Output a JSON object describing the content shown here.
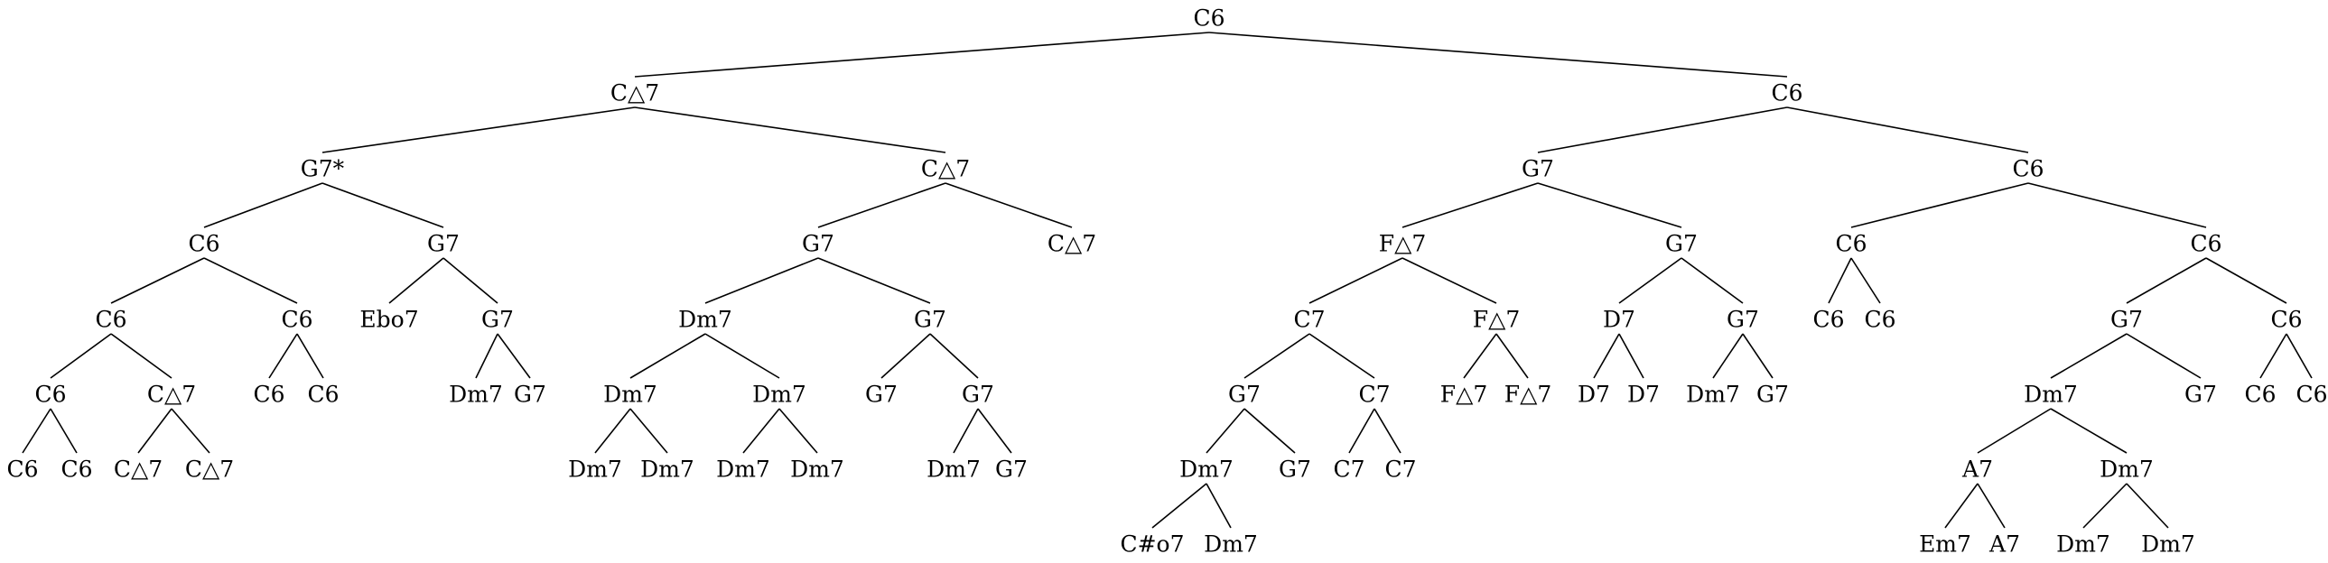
{
  "tree": {
    "nodes": [
      {
        "id": "n1",
        "label": "C6"
      },
      {
        "id": "n2",
        "label": "C△7"
      },
      {
        "id": "n3",
        "label": "C6"
      },
      {
        "id": "n4",
        "label": "G7*"
      },
      {
        "id": "n5",
        "label": "C△7"
      },
      {
        "id": "n6",
        "label": "G7"
      },
      {
        "id": "n7",
        "label": "C6"
      },
      {
        "id": "n8",
        "label": "C6"
      },
      {
        "id": "n9",
        "label": "G7"
      },
      {
        "id": "n10",
        "label": "G7"
      },
      {
        "id": "n11",
        "label": "C△7"
      },
      {
        "id": "n12",
        "label": "F△7"
      },
      {
        "id": "n13",
        "label": "G7"
      },
      {
        "id": "n14",
        "label": "C6"
      },
      {
        "id": "n15",
        "label": "C6"
      },
      {
        "id": "n16",
        "label": "C6"
      },
      {
        "id": "n17",
        "label": "C6"
      },
      {
        "id": "n18",
        "label": "Ebo7"
      },
      {
        "id": "n19",
        "label": "G7"
      },
      {
        "id": "n20",
        "label": "Dm7"
      },
      {
        "id": "n21",
        "label": "G7"
      },
      {
        "id": "n22",
        "label": "C7"
      },
      {
        "id": "n23",
        "label": "F△7"
      },
      {
        "id": "n24",
        "label": "D7"
      },
      {
        "id": "n25",
        "label": "G7"
      },
      {
        "id": "n26",
        "label": "C6"
      },
      {
        "id": "n27",
        "label": "C6"
      },
      {
        "id": "n28",
        "label": "G7"
      },
      {
        "id": "n29",
        "label": "C6"
      },
      {
        "id": "n30",
        "label": "C6"
      },
      {
        "id": "n31",
        "label": "C△7"
      },
      {
        "id": "n32",
        "label": "C6"
      },
      {
        "id": "n33",
        "label": "C6"
      },
      {
        "id": "n34",
        "label": "Dm7"
      },
      {
        "id": "n35",
        "label": "G7"
      },
      {
        "id": "n36",
        "label": "Dm7"
      },
      {
        "id": "n37",
        "label": "Dm7"
      },
      {
        "id": "n38",
        "label": "G7"
      },
      {
        "id": "n39",
        "label": "G7"
      },
      {
        "id": "n40",
        "label": "G7"
      },
      {
        "id": "n41",
        "label": "C7"
      },
      {
        "id": "n42",
        "label": "F△7"
      },
      {
        "id": "n43",
        "label": "F△7"
      },
      {
        "id": "n44",
        "label": "D7"
      },
      {
        "id": "n45",
        "label": "D7"
      },
      {
        "id": "n46",
        "label": "Dm7"
      },
      {
        "id": "n47",
        "label": "G7"
      },
      {
        "id": "n48",
        "label": "Dm7"
      },
      {
        "id": "n49",
        "label": "G7"
      },
      {
        "id": "n50",
        "label": "C6"
      },
      {
        "id": "n51",
        "label": "C6"
      },
      {
        "id": "n52",
        "label": "C6"
      },
      {
        "id": "n53",
        "label": "C6"
      },
      {
        "id": "n54",
        "label": "C△7"
      },
      {
        "id": "n55",
        "label": "C△7"
      },
      {
        "id": "n56",
        "label": "Dm7"
      },
      {
        "id": "n57",
        "label": "Dm7"
      },
      {
        "id": "n58",
        "label": "Dm7"
      },
      {
        "id": "n59",
        "label": "Dm7"
      },
      {
        "id": "n60",
        "label": "Dm7"
      },
      {
        "id": "n61",
        "label": "G7"
      },
      {
        "id": "n62",
        "label": "Dm7"
      },
      {
        "id": "n63",
        "label": "G7"
      },
      {
        "id": "n64",
        "label": "C7"
      },
      {
        "id": "n65",
        "label": "C7"
      },
      {
        "id": "n66",
        "label": "A7"
      },
      {
        "id": "n67",
        "label": "Dm7"
      },
      {
        "id": "n68",
        "label": "C#o7"
      },
      {
        "id": "n69",
        "label": "Dm7"
      },
      {
        "id": "n70",
        "label": "Em7"
      },
      {
        "id": "n71",
        "label": "A7"
      },
      {
        "id": "n72",
        "label": "Dm7"
      },
      {
        "id": "n73",
        "label": "Dm7"
      }
    ],
    "edges": [
      [
        "n1",
        "n2"
      ],
      [
        "n1",
        "n3"
      ],
      [
        "n2",
        "n4"
      ],
      [
        "n2",
        "n5"
      ],
      [
        "n3",
        "n6"
      ],
      [
        "n3",
        "n7"
      ],
      [
        "n4",
        "n8"
      ],
      [
        "n4",
        "n9"
      ],
      [
        "n5",
        "n10"
      ],
      [
        "n5",
        "n11"
      ],
      [
        "n6",
        "n12"
      ],
      [
        "n6",
        "n13"
      ],
      [
        "n7",
        "n14"
      ],
      [
        "n7",
        "n15"
      ],
      [
        "n8",
        "n16"
      ],
      [
        "n8",
        "n17"
      ],
      [
        "n9",
        "n18"
      ],
      [
        "n9",
        "n19"
      ],
      [
        "n10",
        "n20"
      ],
      [
        "n10",
        "n21"
      ],
      [
        "n12",
        "n22"
      ],
      [
        "n12",
        "n23"
      ],
      [
        "n13",
        "n24"
      ],
      [
        "n13",
        "n25"
      ],
      [
        "n14",
        "n26"
      ],
      [
        "n14",
        "n27"
      ],
      [
        "n15",
        "n28"
      ],
      [
        "n15",
        "n29"
      ],
      [
        "n16",
        "n30"
      ],
      [
        "n16",
        "n31"
      ],
      [
        "n17",
        "n32"
      ],
      [
        "n17",
        "n33"
      ],
      [
        "n19",
        "n34"
      ],
      [
        "n19",
        "n35"
      ],
      [
        "n20",
        "n36"
      ],
      [
        "n20",
        "n37"
      ],
      [
        "n21",
        "n38"
      ],
      [
        "n21",
        "n39"
      ],
      [
        "n22",
        "n40"
      ],
      [
        "n22",
        "n41"
      ],
      [
        "n23",
        "n42"
      ],
      [
        "n23",
        "n43"
      ],
      [
        "n24",
        "n44"
      ],
      [
        "n24",
        "n45"
      ],
      [
        "n25",
        "n46"
      ],
      [
        "n25",
        "n47"
      ],
      [
        "n28",
        "n48"
      ],
      [
        "n28",
        "n49"
      ],
      [
        "n29",
        "n50"
      ],
      [
        "n29",
        "n51"
      ],
      [
        "n30",
        "n52"
      ],
      [
        "n30",
        "n53"
      ],
      [
        "n31",
        "n54"
      ],
      [
        "n31",
        "n55"
      ],
      [
        "n36",
        "n56"
      ],
      [
        "n36",
        "n57"
      ],
      [
        "n37",
        "n58"
      ],
      [
        "n37",
        "n59"
      ],
      [
        "n39",
        "n60"
      ],
      [
        "n39",
        "n61"
      ],
      [
        "n40",
        "n62"
      ],
      [
        "n40",
        "n63"
      ],
      [
        "n41",
        "n64"
      ],
      [
        "n41",
        "n65"
      ],
      [
        "n48",
        "n66"
      ],
      [
        "n48",
        "n67"
      ],
      [
        "n62",
        "n68"
      ],
      [
        "n62",
        "n69"
      ],
      [
        "n66",
        "n70"
      ],
      [
        "n66",
        "n71"
      ],
      [
        "n67",
        "n72"
      ],
      [
        "n67",
        "n73"
      ]
    ]
  }
}
